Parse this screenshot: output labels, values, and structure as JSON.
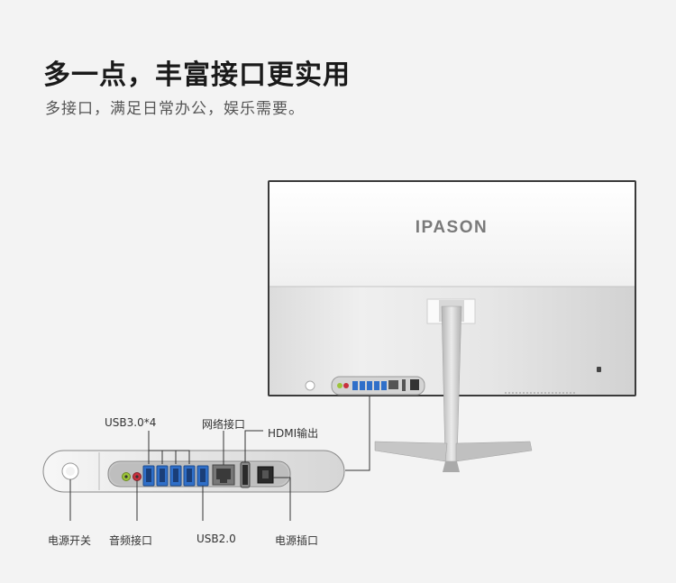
{
  "header": {
    "title": "多一点，丰富接口更实用",
    "subtitle": "多接口，满足日常办公，娱乐需要。"
  },
  "monitor": {
    "brand": "IPASON"
  },
  "labels": {
    "usb30": "USB3.0*4",
    "network": "网络接口",
    "hdmi": "HDMI输出",
    "power_switch": "电源开关",
    "audio": "音频接口",
    "usb20": "USB2.0",
    "power_socket": "电源插口"
  },
  "colors": {
    "usb_blue": "#2f6fc9",
    "audio_green": "#9cc43a",
    "audio_red": "#c8313d",
    "callout_line": "#333333"
  }
}
